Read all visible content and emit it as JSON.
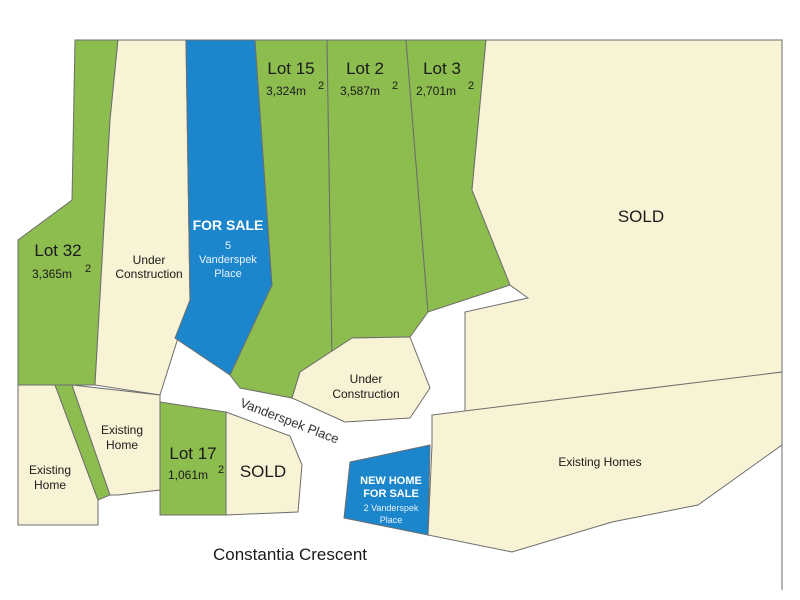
{
  "colors": {
    "green": "#8dbd4f",
    "cream": "#f7f3d4",
    "blue": "#1b86cc",
    "outline": "#6d6d6d",
    "road": "#ffffff"
  },
  "lots": {
    "lot32": {
      "name": "Lot 32",
      "area": "3,365m",
      "sup": "2"
    },
    "lot15": {
      "name": "Lot 15",
      "area": "3,324m",
      "sup": "2"
    },
    "lot2": {
      "name": "Lot 2",
      "area": "3,587m",
      "sup": "2"
    },
    "lot3": {
      "name": "Lot 3",
      "area": "2,701m",
      "sup": "2"
    },
    "lot17": {
      "name": "Lot 17",
      "area": "1,061m",
      "sup": "2"
    }
  },
  "for_sale": {
    "title": "FOR SALE",
    "line1": "5",
    "line2": "Vanderspek",
    "line3": "Place"
  },
  "new_home": {
    "line1": "NEW HOME",
    "line2": "FOR SALE",
    "line3": "2 Vanderspek",
    "line4": "Place"
  },
  "labels": {
    "under_construction_1a": "Under",
    "under_construction_1b": "Construction",
    "under_construction_2a": "Under",
    "under_construction_2b": "Construction",
    "sold_large": "SOLD",
    "sold_small": "SOLD",
    "existing_home_1a": "Existing",
    "existing_home_1b": "Home",
    "existing_home_2a": "Existing",
    "existing_home_2b": "Home",
    "existing_homes": "Existing Homes"
  },
  "roads": {
    "vanderspek_place": "Vanderspek Place",
    "constantia_crescent": "Constantia Crescent"
  }
}
